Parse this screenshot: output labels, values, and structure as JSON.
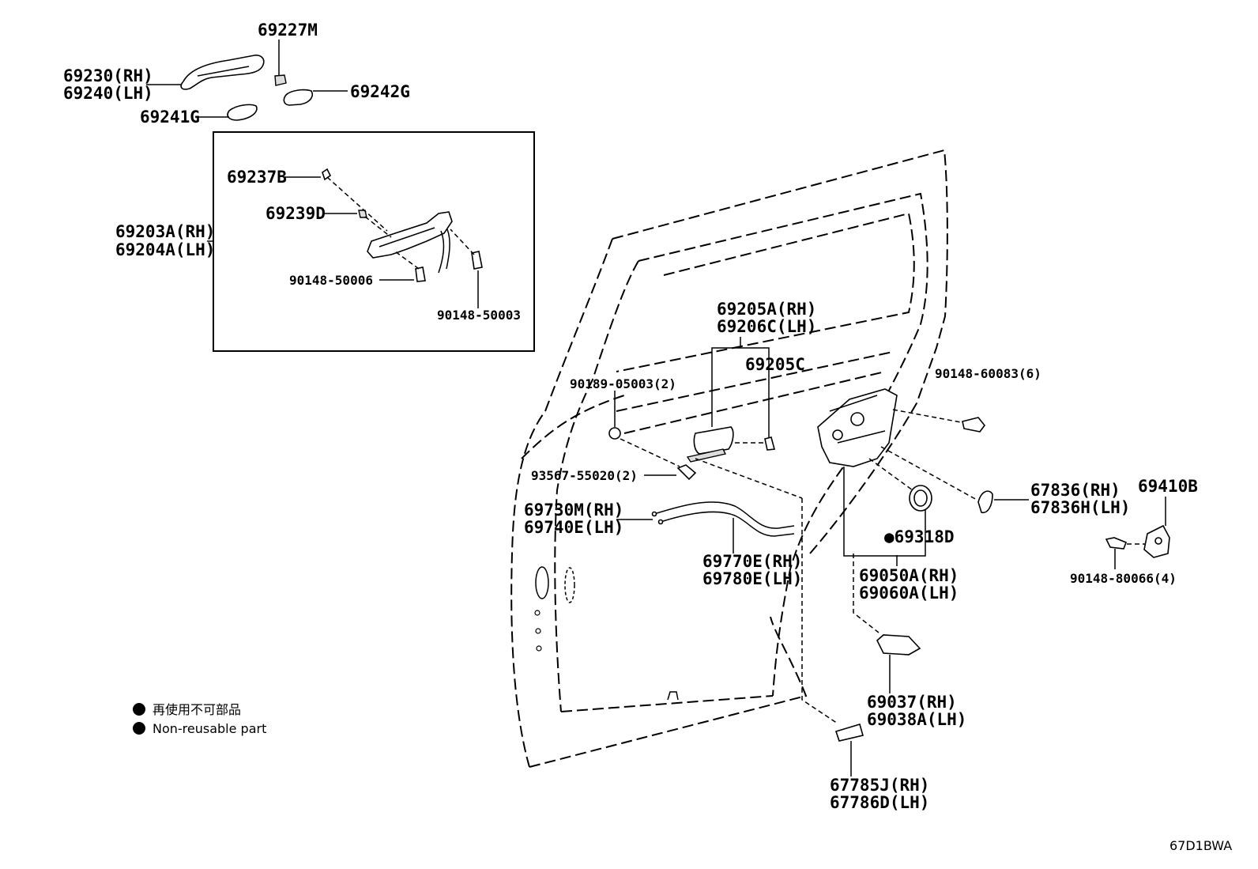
{
  "labels": {
    "p69227M": "69227M",
    "p69230": "69230(RH)",
    "p69240": "69240(LH)",
    "p69242G": "69242G",
    "p69241G": "69241G",
    "p69237B": "69237B",
    "p69239D": "69239D",
    "p69203A": "69203A(RH)",
    "p69204A": "69204A(LH)",
    "p9014850006": "90148-50006",
    "p9014850003": "90148-50003",
    "p69205A": "69205A(RH)",
    "p69206C": "69206C(LH)",
    "p69205C": "69205C",
    "p9018905003": "90189-05003(2)",
    "p9014860083": "90148-60083(6)",
    "p9356755020": "93567-55020(2)",
    "p69730M": "69730M(RH)",
    "p69740E": "69740E(LH)",
    "p69770E": "69770E(RH)",
    "p69780E": "69780E(LH)",
    "p69318D": "●69318D",
    "p69050A": "69050A(RH)",
    "p69060A": "69060A(LH)",
    "p67836RH": "67836(RH)",
    "p67836H": "67836H(LH)",
    "p69410B": "69410B",
    "p9014880066": "90148-80066(4)",
    "p69037": "69037(RH)",
    "p69038A": "69038A(LH)",
    "p67785J": "67785J(RH)",
    "p67786D": "67786D(LH)"
  },
  "legend": {
    "line1": "再使用不可部品",
    "line2": "Non-reusable part"
  },
  "figure_code": "67D1BWA"
}
